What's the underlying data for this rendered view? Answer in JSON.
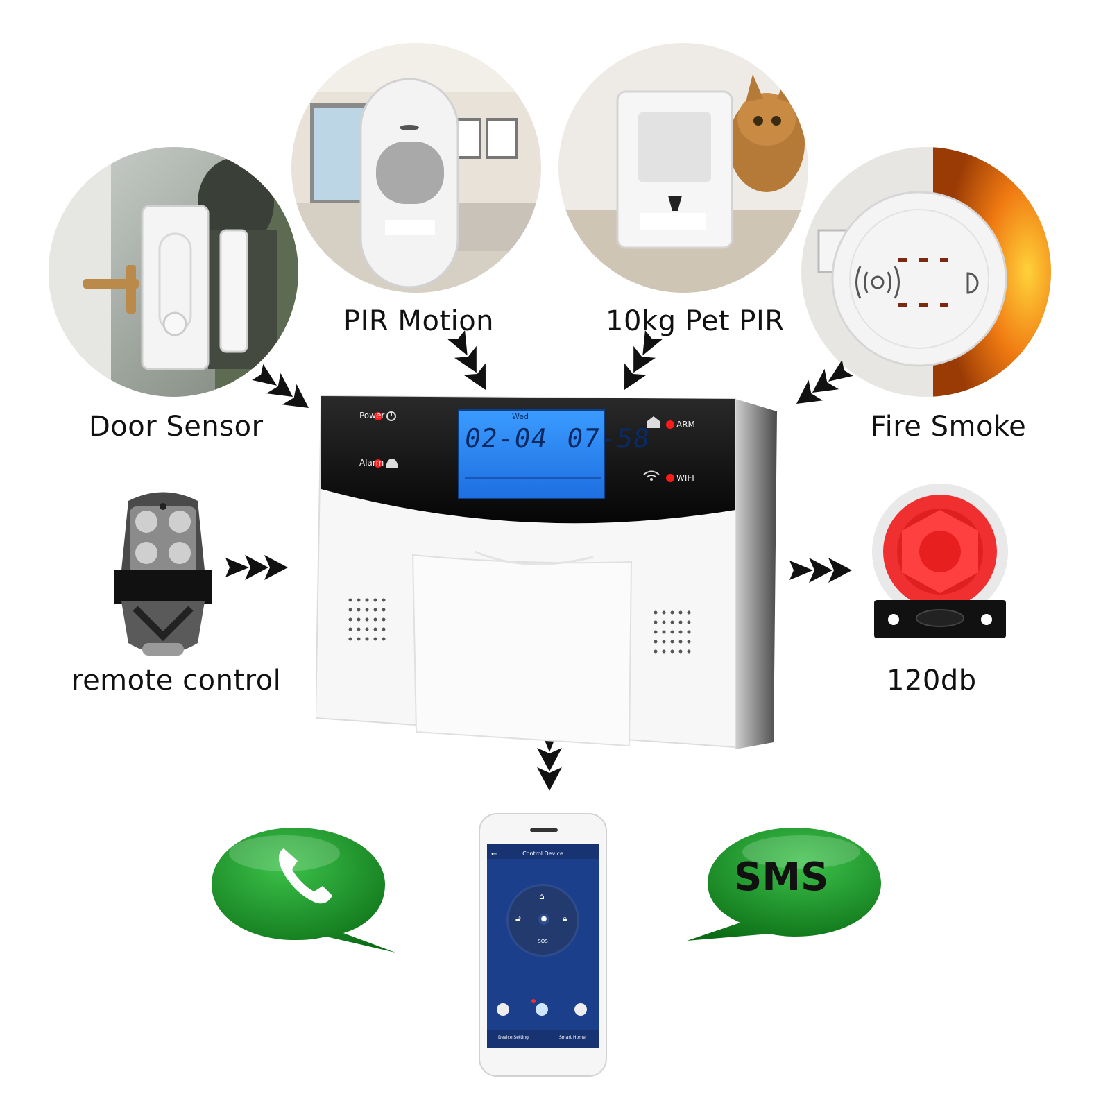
{
  "sensors": {
    "door": {
      "label": "Door Sensor"
    },
    "pir": {
      "label": "PIR Motion"
    },
    "pet_pir": {
      "label": "10kg Pet PIR"
    },
    "smoke": {
      "label": "Fire Smoke"
    },
    "remote": {
      "label": "remote control"
    },
    "siren": {
      "label": "120db"
    }
  },
  "panel": {
    "power_label": "Power",
    "alarm_label": "Alarm",
    "arm_label": "ARM",
    "wifi_label": "WIFI",
    "lcd": {
      "day": "Wed",
      "date": "02-04",
      "time": "07-58"
    },
    "led_color": "#ff1a1a",
    "lcd_color": "#2f8cff"
  },
  "phone": {
    "title": "Control Device",
    "center_label": "SOS",
    "bottom_left": "Device Setting",
    "bottom_right": "Smart Home"
  },
  "bubbles": {
    "call": {
      "icon": "phone-icon"
    },
    "sms": {
      "label": "SMS"
    },
    "color": "#1f9a2a"
  }
}
